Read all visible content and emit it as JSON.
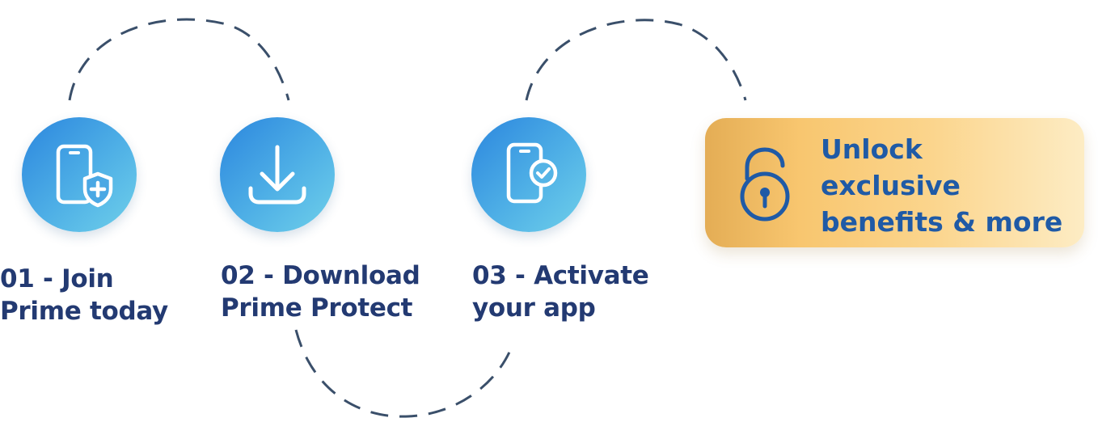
{
  "steps": [
    {
      "line1": "01 - Join",
      "line2": "Prime today",
      "icon": "phone-shield-plus-icon"
    },
    {
      "line1": "02 - Download",
      "line2": "Prime Protect",
      "icon": "download-icon"
    },
    {
      "line1": "03 - Activate",
      "line2": "your app",
      "icon": "phone-check-icon"
    }
  ],
  "cta": {
    "line1": "Unlock",
    "line2": "exclusive",
    "line3": "benefits & more",
    "icon": "unlock-padlock-icon"
  },
  "colors": {
    "label_text": "#233a72",
    "cta_text": "#1f5aa6",
    "icon_gradient_start": "#2b86de",
    "icon_gradient_end": "#6fd0ea",
    "cta_gradient_start": "#e4ad55",
    "cta_gradient_end": "#fdecc4",
    "connector": "#3a4f6a"
  }
}
